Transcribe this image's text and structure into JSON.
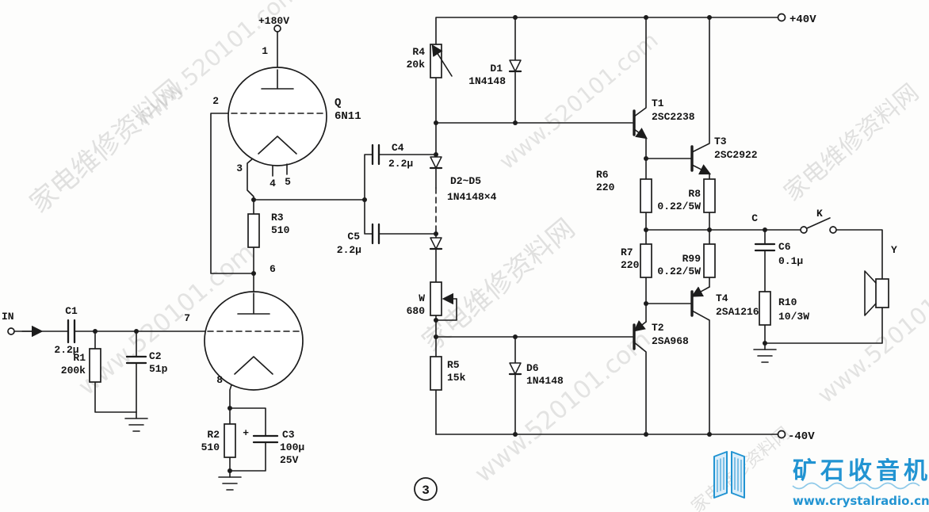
{
  "figure": {
    "number": "3"
  },
  "power": {
    "tube_supply": "+180V",
    "rail_pos": "+40V",
    "rail_neg": "-40V"
  },
  "io": {
    "input_label": "IN",
    "output_node_label": "C",
    "switch_label": "K",
    "speaker_label": "Y"
  },
  "tube": {
    "designator": "Q",
    "model": "6N11",
    "pins": [
      "1",
      "2",
      "3",
      "4",
      "5",
      "6",
      "7",
      "8"
    ]
  },
  "components": {
    "c1": {
      "ref": "C1",
      "value": "2.2μ"
    },
    "c2": {
      "ref": "C2",
      "value": "51p"
    },
    "c3": {
      "ref": "C3",
      "value": "100μ",
      "voltage": "25V",
      "polarity": "+"
    },
    "c4": {
      "ref": "C4",
      "value": "2.2μ"
    },
    "c5": {
      "ref": "C5",
      "value": "2.2μ"
    },
    "c6": {
      "ref": "C6",
      "value": "0.1μ"
    },
    "r1": {
      "ref": "R1",
      "value": "200k"
    },
    "r2": {
      "ref": "R2",
      "value": "510"
    },
    "r3": {
      "ref": "R3",
      "value": "510"
    },
    "r4": {
      "ref": "R4",
      "value": "20k"
    },
    "r5": {
      "ref": "R5",
      "value": "15k"
    },
    "r6": {
      "ref": "R6",
      "value": "220"
    },
    "r7": {
      "ref": "R7",
      "value": "220"
    },
    "r8": {
      "ref": "R8",
      "value": "0.22/5W"
    },
    "r99": {
      "ref": "R99",
      "value": "0.22/5W"
    },
    "r10": {
      "ref": "R10",
      "value": "10/3W"
    },
    "w": {
      "ref": "W",
      "value": "680"
    },
    "d1": {
      "ref": "D1",
      "value": "1N4148"
    },
    "d2d5": {
      "ref": "D2~D5",
      "value": "1N4148×4"
    },
    "d6": {
      "ref": "D6",
      "value": "1N4148"
    },
    "t1": {
      "ref": "T1",
      "value": "2SC2238"
    },
    "t2": {
      "ref": "T2",
      "value": "2SA968"
    },
    "t3": {
      "ref": "T3",
      "value": "2SC2922"
    },
    "t4": {
      "ref": "T4",
      "value": "2SA1216"
    }
  },
  "watermark": {
    "site_name": "家电维修资料网",
    "site_url": "www.520101.com"
  },
  "branding": {
    "name": "矿石收音机",
    "url": "www.crystalradio.cn"
  }
}
